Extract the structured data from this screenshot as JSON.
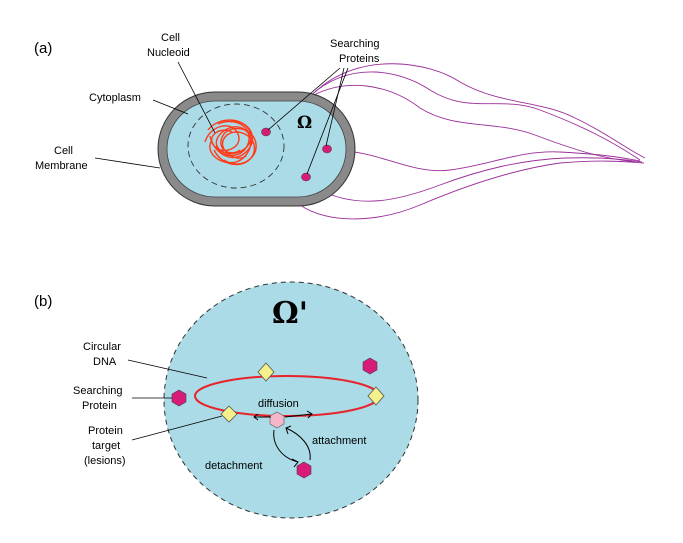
{
  "panel_a": {
    "tag": "(a)",
    "label_cell_nucleoid_line1": "Cell",
    "label_cell_nucleoid_line2": "Nucleoid",
    "label_searching_line1": "Searching",
    "label_searching_line2": "Proteins",
    "label_cytoplasm": "Cytoplasm",
    "label_membrane_line1": "Cell",
    "label_membrane_line2": "Membrane",
    "omega": "Ω"
  },
  "panel_b": {
    "tag": "(b)",
    "omega_prime": "Ω'",
    "label_dna_line1": "Circular",
    "label_dna_line2": "DNA",
    "label_searching_line1": "Searching",
    "label_searching_line2": "Protein",
    "label_target_line1": "Protein",
    "label_target_line2": "target",
    "label_target_line3": "(lesions)",
    "label_diffusion": "diffusion",
    "label_attachment": "attachment",
    "label_detachment": "detachment"
  },
  "colors": {
    "cytoplasm": "#aadbe6",
    "membrane": "#8a8a8a",
    "nucleoid": "#ff3b1a",
    "protein": "#d81b78",
    "flagella": "#9b2f9b",
    "dna": "#e8232b",
    "target": "#f4f08a",
    "bound_protein": "#f4b6c8"
  }
}
